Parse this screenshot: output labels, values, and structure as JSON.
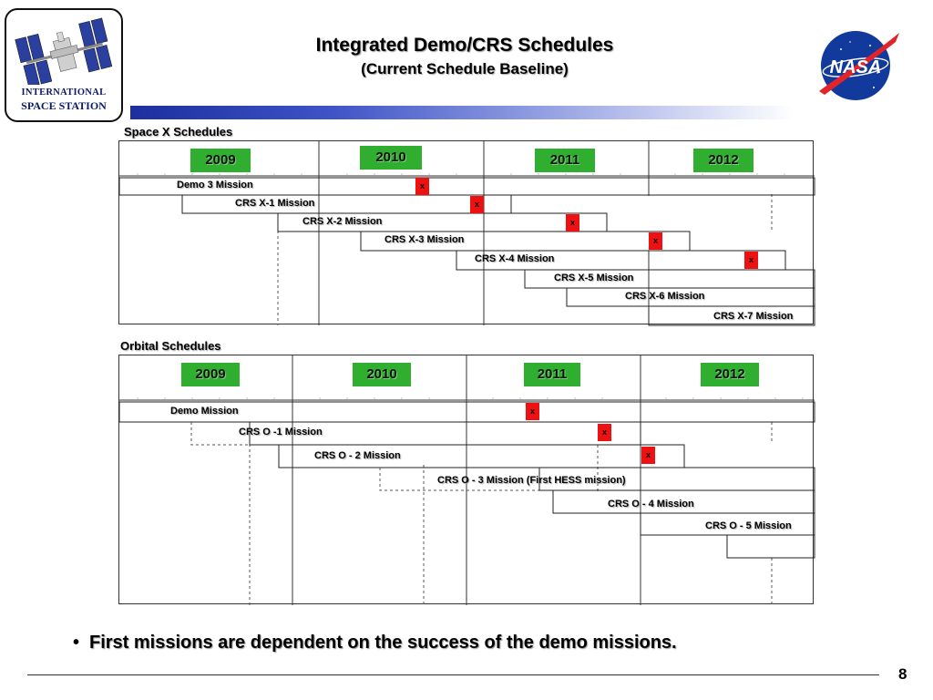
{
  "header": {
    "title": "Integrated Demo/CRS Schedules",
    "subtitle": "(Current Schedule Baseline)"
  },
  "iss_logo": {
    "line1": "INTERNATIONAL",
    "line2": "SPACE STATION"
  },
  "nasa_logo": {
    "text": "NASA"
  },
  "colors": {
    "year_green": "#2fae2f",
    "marker_red": "#ee1111",
    "bar_blue": "#1b2f9e"
  },
  "spacex": {
    "label": "Space X Schedules",
    "years": [
      "2009",
      "2010",
      "2011",
      "2012"
    ],
    "missions": [
      {
        "name": "Demo 3 Mission",
        "marker": "x"
      },
      {
        "name": "CRS X-1 Mission",
        "marker": "x"
      },
      {
        "name": "CRS X-2 Mission",
        "marker": "x"
      },
      {
        "name": "CRS X-3 Mission",
        "marker": "x"
      },
      {
        "name": "CRS X-4 Mission",
        "marker": "x"
      },
      {
        "name": "CRS X-5 Mission"
      },
      {
        "name": "CRS X-6 Mission"
      },
      {
        "name": "CRS X-7 Mission"
      }
    ]
  },
  "orbital": {
    "label": "Orbital Schedules",
    "years": [
      "2009",
      "2010",
      "2011",
      "2012"
    ],
    "missions": [
      {
        "name": "Demo Mission",
        "marker": "x"
      },
      {
        "name": "CRS O -1 Mission",
        "marker": "x"
      },
      {
        "name": "CRS O - 2 Mission",
        "marker": "x"
      },
      {
        "name": "CRS O - 3 Mission (First HESS mission)"
      },
      {
        "name": "CRS O - 4 Mission"
      },
      {
        "name": "CRS O - 5 Mission"
      }
    ]
  },
  "bullet": "First missions are dependent on the success of the demo missions.",
  "page_number": "8"
}
